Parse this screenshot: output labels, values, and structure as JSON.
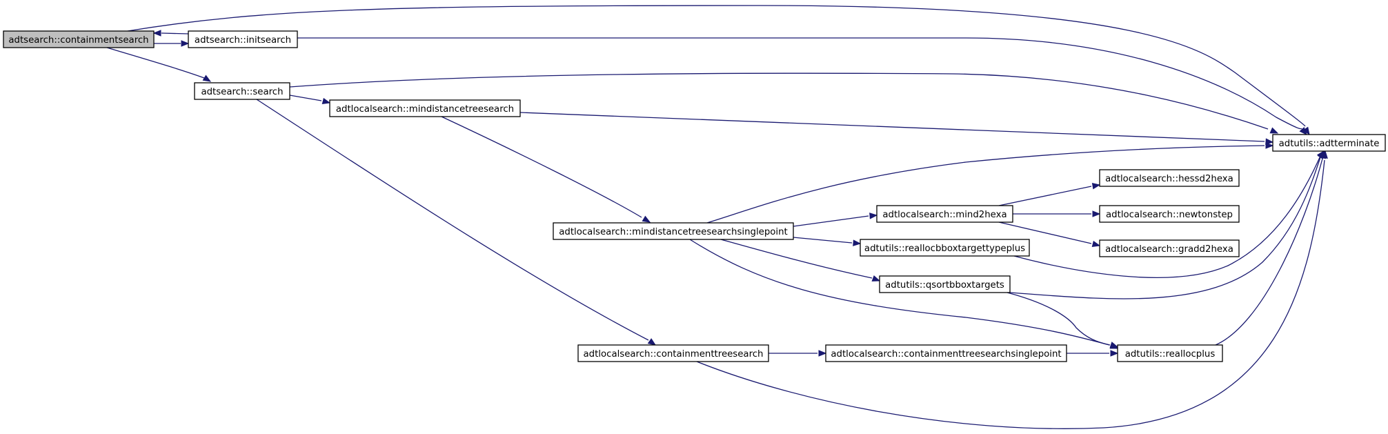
{
  "diagram": {
    "colors": {
      "edge": "#191970",
      "root_fill": "#bfbfbf",
      "node_fill": "#ffffff",
      "node_stroke": "#000000"
    },
    "nodes": [
      {
        "id": "containmentsearch",
        "label": "adtsearch::containmentsearch",
        "root": true
      },
      {
        "id": "initsearch",
        "label": "adtsearch::initsearch"
      },
      {
        "id": "search",
        "label": "adtsearch::search"
      },
      {
        "id": "mindistancetreesearch",
        "label": "adtlocalsearch::mindistancetreesearch"
      },
      {
        "id": "adtterminate",
        "label": "adtutils::adtterminate"
      },
      {
        "id": "hessd2hexa",
        "label": "adtlocalsearch::hessd2hexa"
      },
      {
        "id": "mind2hexa",
        "label": "adtlocalsearch::mind2hexa"
      },
      {
        "id": "newtonstep",
        "label": "adtlocalsearch::newtonstep"
      },
      {
        "id": "mdtssp",
        "label": "adtlocalsearch::mindistancetreesearchsinglepoint"
      },
      {
        "id": "reallocbbox",
        "label": "adtutils::reallocbboxtargettypeplus"
      },
      {
        "id": "gradd2hexa",
        "label": "adtlocalsearch::gradd2hexa"
      },
      {
        "id": "qsort",
        "label": "adtutils::qsortbboxtargets"
      },
      {
        "id": "containmenttreesearch",
        "label": "adtlocalsearch::containmenttreesearch"
      },
      {
        "id": "ctssp",
        "label": "adtlocalsearch::containmenttreesearchsinglepoint"
      },
      {
        "id": "reallocplus",
        "label": "adtutils::reallocplus"
      }
    ],
    "edges": [
      {
        "from": "containmentsearch",
        "to": "initsearch"
      },
      {
        "from": "initsearch",
        "to": "containmentsearch"
      },
      {
        "from": "containmentsearch",
        "to": "adtterminate"
      },
      {
        "from": "initsearch",
        "to": "adtterminate"
      },
      {
        "from": "containmentsearch",
        "to": "search"
      },
      {
        "from": "search",
        "to": "adtterminate"
      },
      {
        "from": "search",
        "to": "mindistancetreesearch"
      },
      {
        "from": "search",
        "to": "containmenttreesearch"
      },
      {
        "from": "mindistancetreesearch",
        "to": "adtterminate"
      },
      {
        "from": "mindistancetreesearch",
        "to": "mdtssp"
      },
      {
        "from": "mdtssp",
        "to": "adtterminate"
      },
      {
        "from": "mdtssp",
        "to": "mind2hexa"
      },
      {
        "from": "mdtssp",
        "to": "reallocbbox"
      },
      {
        "from": "mdtssp",
        "to": "qsort"
      },
      {
        "from": "mdtssp",
        "to": "reallocplus"
      },
      {
        "from": "mind2hexa",
        "to": "hessd2hexa"
      },
      {
        "from": "mind2hexa",
        "to": "newtonstep"
      },
      {
        "from": "mind2hexa",
        "to": "gradd2hexa"
      },
      {
        "from": "reallocbbox",
        "to": "adtterminate"
      },
      {
        "from": "qsort",
        "to": "adtterminate"
      },
      {
        "from": "qsort",
        "to": "reallocplus"
      },
      {
        "from": "reallocplus",
        "to": "adtterminate"
      },
      {
        "from": "containmenttreesearch",
        "to": "ctssp"
      },
      {
        "from": "containmenttreesearch",
        "to": "adtterminate"
      },
      {
        "from": "ctssp",
        "to": "reallocplus"
      }
    ]
  }
}
